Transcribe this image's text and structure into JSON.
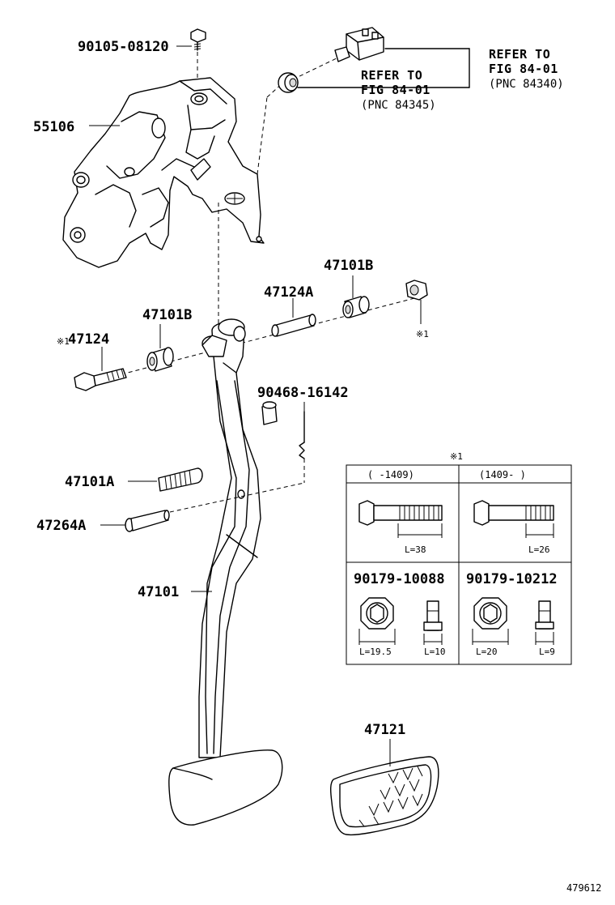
{
  "parts": {
    "bolt_top": "90105-08120",
    "bracket": "55106",
    "bushing_right": "47101B",
    "collar": "47124A",
    "bushing_left": "47101B",
    "bolt_main": "47124",
    "bolt_main_mark": "※1",
    "nut_mark": "※1",
    "clip": "90468-16142",
    "spring": "47101A",
    "pin": "47264A",
    "pedal_arm": "47101",
    "pedal_pad": "47121"
  },
  "refs": {
    "switch_ref_line1": "REFER TO",
    "switch_ref_line2": "FIG 84-01",
    "switch_ref_line3": "(PNC 84340)",
    "stopper_ref_line1": "REFER TO",
    "stopper_ref_line2": "FIG 84-01",
    "stopper_ref_line3": "(PNC 84345)"
  },
  "table": {
    "mark": "※1",
    "col1_header": "(    -1409)",
    "col2_header": "(1409-     )",
    "bolt1_length": "L=38",
    "bolt2_length": "L=26",
    "nut1_part": "90179-10088",
    "nut2_part": "90179-10212",
    "nut1_dia": "L=19.5",
    "nut1_height": "L=10",
    "nut2_dia": "L=20",
    "nut2_height": "L=9"
  },
  "figure_id": "479612"
}
